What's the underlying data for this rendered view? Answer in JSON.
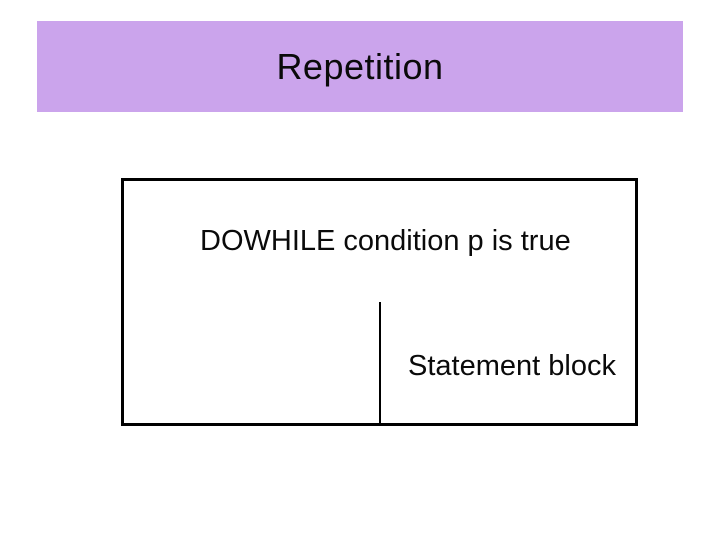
{
  "slide": {
    "title": "Repetition",
    "diagram": {
      "condition_text": "DOWHILE condition p is true",
      "statement_text": "Statement block"
    },
    "colors": {
      "title_bar": "#cba4ec",
      "text": "#0a0a0a",
      "line": "#000000"
    }
  }
}
